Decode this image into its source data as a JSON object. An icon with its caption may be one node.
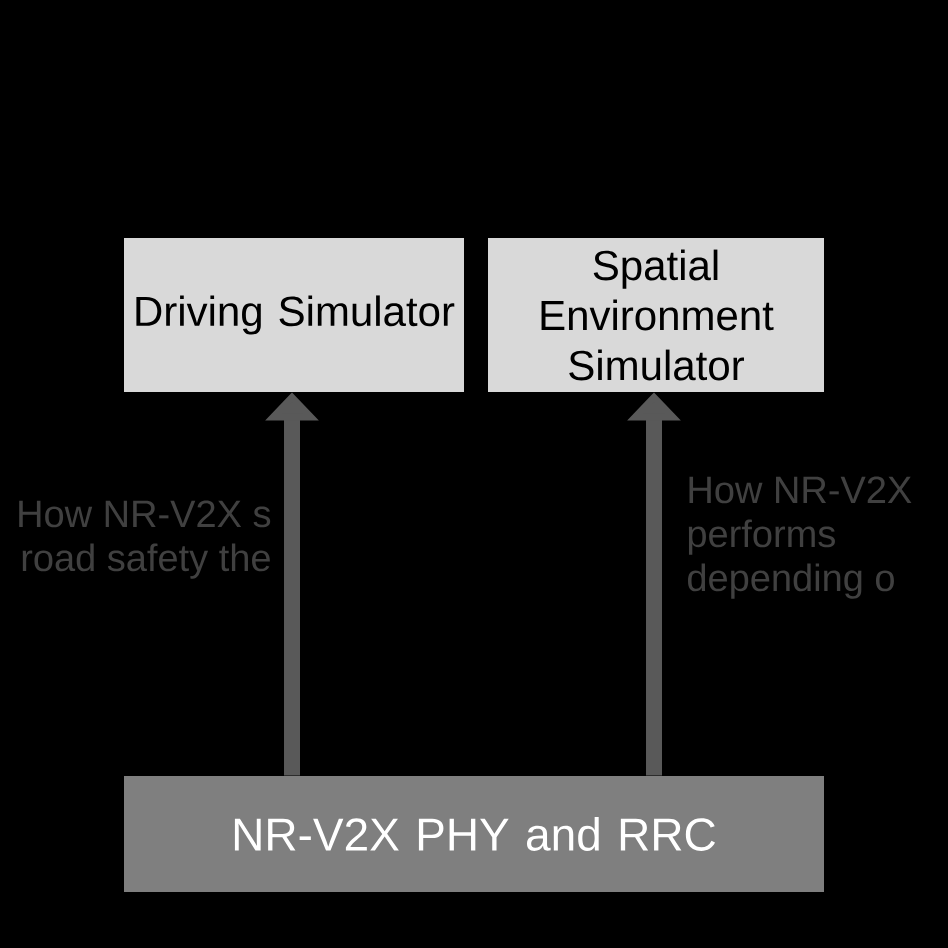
{
  "diagram": {
    "nodes": [
      {
        "text": [
          "Driving Simulator"
        ]
      },
      {
        "text": [
          "Spatial Environment Simulator"
        ]
      },
      {
        "text": [
          "NR-V2X PHY and RRC"
        ]
      }
    ],
    "edges": [
      {
        "from": 2,
        "to": 0,
        "arrow": "to",
        "label": "How NR-V2X s road safety the"
      },
      {
        "from": 2,
        "to": 1,
        "arrow": "to",
        "label": "How NR-V2X performs depending o"
      }
    ]
  }
}
